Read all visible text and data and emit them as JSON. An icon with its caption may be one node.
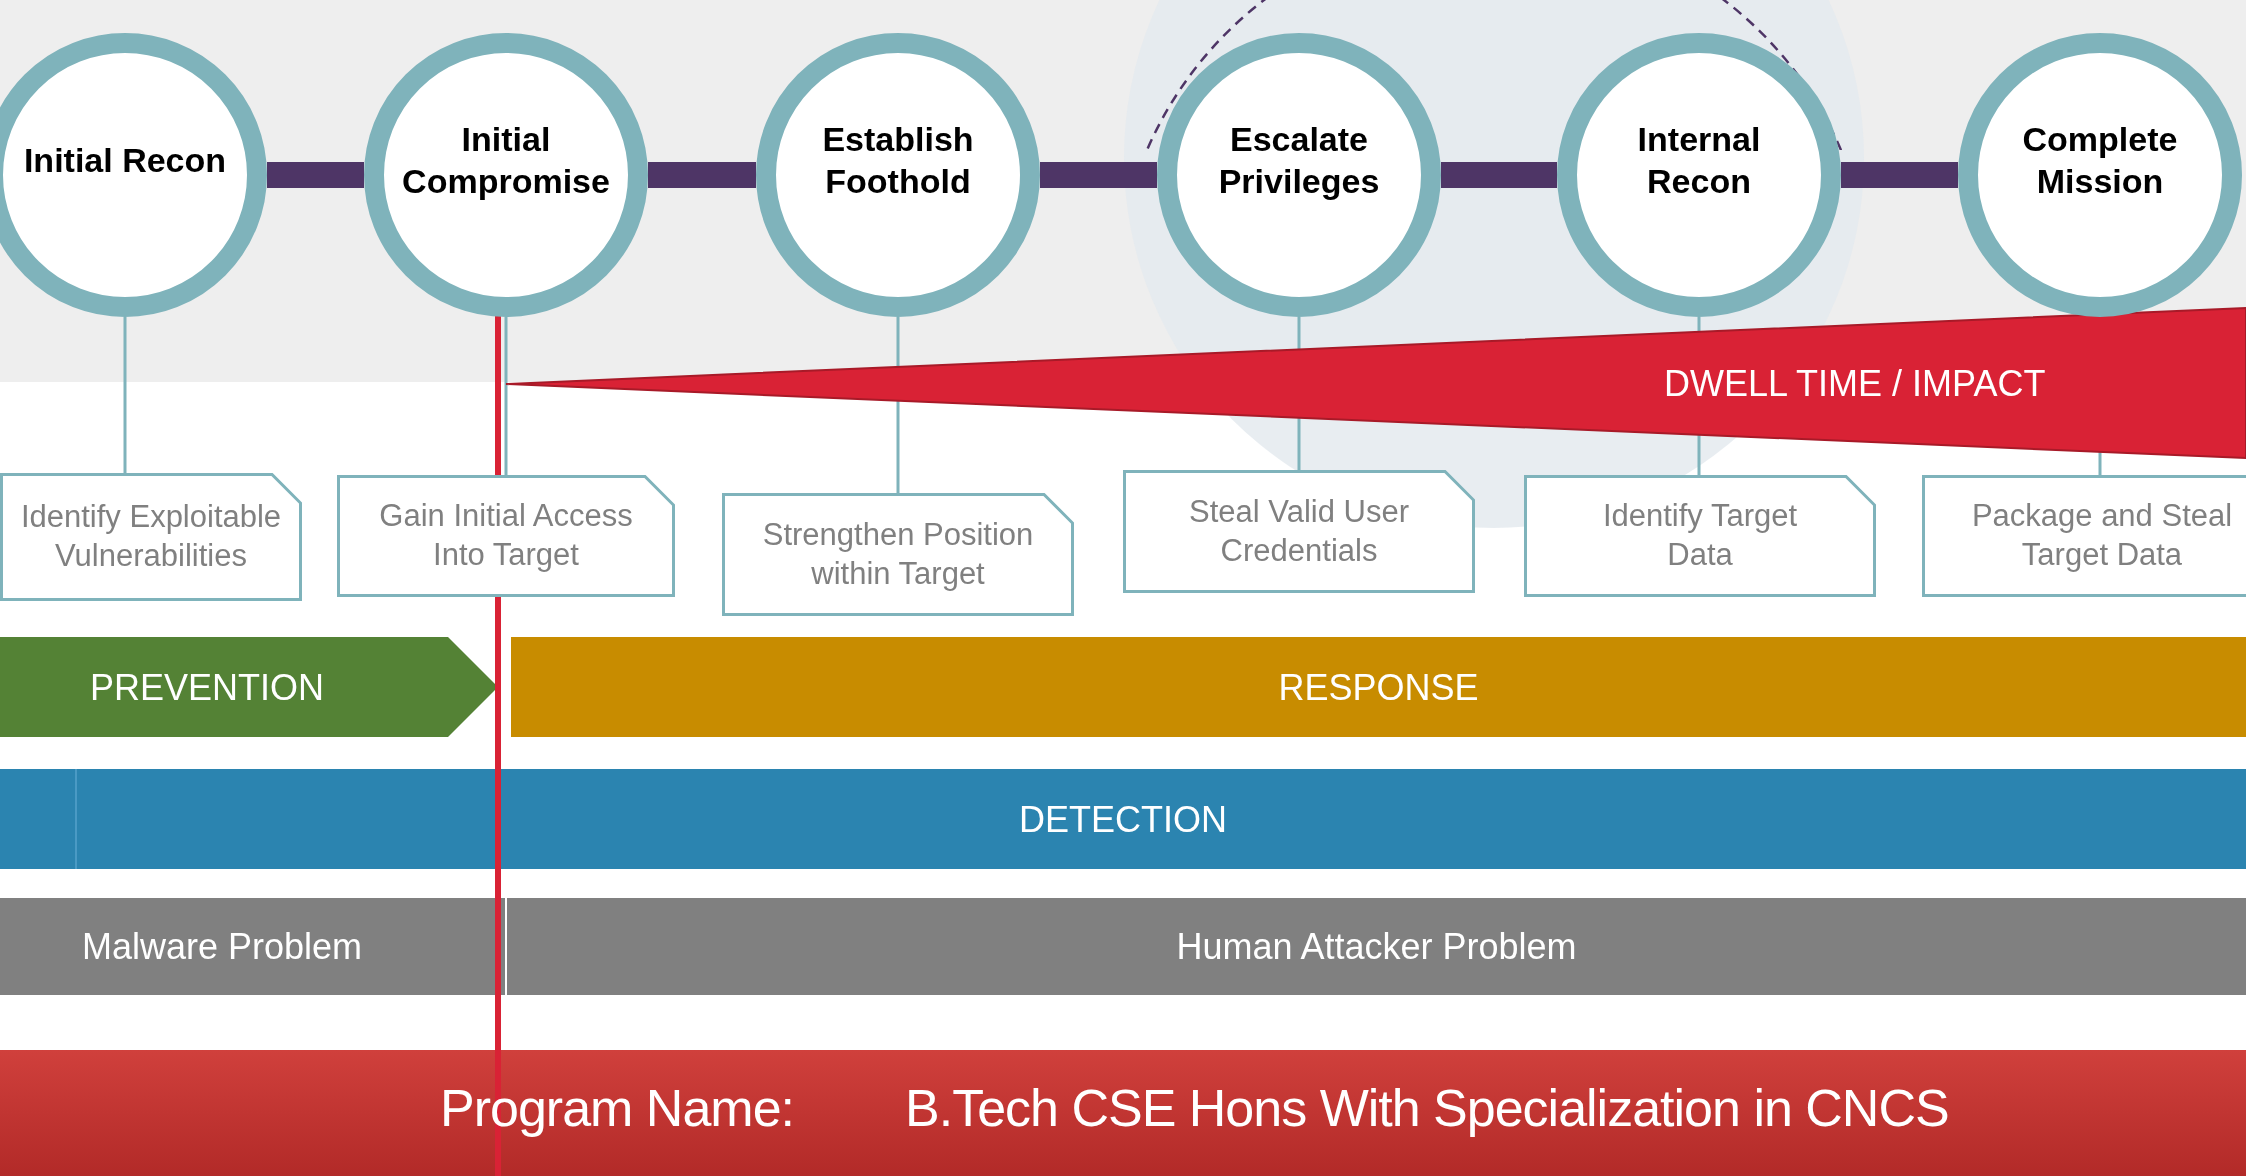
{
  "diagram": {
    "nodes": [
      {
        "text": [
          "Initial Recon"
        ]
      },
      {
        "text": [
          "Initial Compromise"
        ]
      },
      {
        "text": [
          "Establish Foothold"
        ]
      },
      {
        "text": [
          "Escalate Privileges"
        ]
      },
      {
        "text": [
          "Internal Recon"
        ]
      },
      {
        "text": [
          "Complete Mission"
        ]
      },
      {
        "text": [
          "Identify Exploitable Vulnerabilities"
        ]
      },
      {
        "text": [
          "Gain Initial Access Into Target"
        ]
      },
      {
        "text": [
          "Strengthen Position within Target"
        ]
      },
      {
        "text": [
          "Steal Valid User Credentials"
        ]
      },
      {
        "text": [
          "Identify Target Data"
        ]
      },
      {
        "text": [
          "Package and Steal Target Data"
        ]
      },
      {
        "text": [
          "DWELL TIME / IMPACT"
        ]
      },
      {
        "text": [
          "PREVENTION"
        ]
      },
      {
        "text": [
          "RESPONSE"
        ]
      },
      {
        "text": [
          "DETECTION"
        ]
      },
      {
        "text": [
          "Malware Problem"
        ]
      },
      {
        "text": [
          "Human Attacker Problem"
        ]
      }
    ],
    "edges": [
      {
        "from": 0,
        "to": 1,
        "arrow": "none",
        "style": "thick",
        "color": "#4e3566"
      },
      {
        "from": 1,
        "to": 2,
        "arrow": "none",
        "style": "thick",
        "color": "#4e3566"
      },
      {
        "from": 2,
        "to": 3,
        "arrow": "none",
        "style": "thick",
        "color": "#4e3566"
      },
      {
        "from": 3,
        "to": 4,
        "arrow": "none",
        "style": "thick",
        "color": "#4e3566"
      },
      {
        "from": 4,
        "to": 5,
        "arrow": "none",
        "style": "thick",
        "color": "#4e3566"
      },
      {
        "from": 0,
        "to": 6,
        "arrow": "none",
        "color": "#7fb3bb"
      },
      {
        "from": 1,
        "to": 7,
        "arrow": "none",
        "color": "#7fb3bb"
      },
      {
        "from": 2,
        "to": 8,
        "arrow": "none",
        "color": "#7fb3bb"
      },
      {
        "from": 3,
        "to": 9,
        "arrow": "none",
        "color": "#7fb3bb"
      },
      {
        "from": 4,
        "to": 10,
        "arrow": "none",
        "color": "#7fb3bb"
      },
      {
        "from": 5,
        "to": 11,
        "arrow": "none",
        "color": "#7fb3bb"
      }
    ],
    "labels": [
      "Program Name:",
      "B.Tech CSE Hons With Specialization in CNCS"
    ]
  }
}
